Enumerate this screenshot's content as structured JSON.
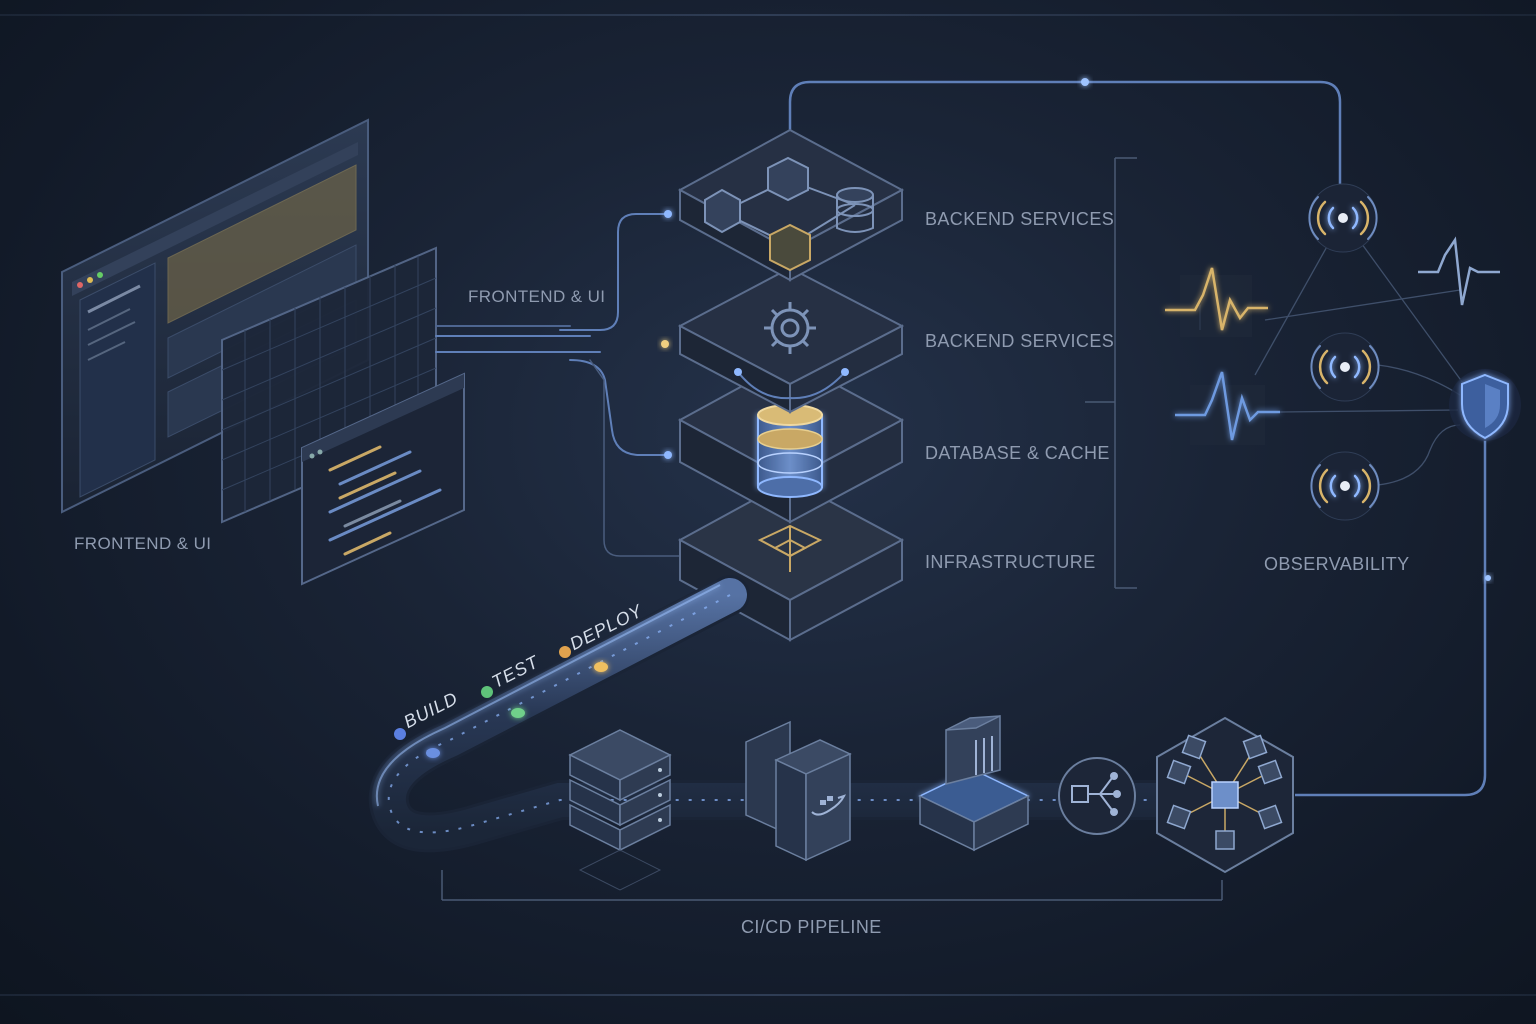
{
  "labels": {
    "frontend_left": "FRONTEND & UI",
    "frontend_mid": "FRONTEND & UI",
    "layer_backend_top": "BACKEND SERVICES",
    "layer_backend_second": "BACKEND SERVICES",
    "layer_database": "DATABASE & CACHE",
    "layer_infra": "INFRASTRUCTURE",
    "observability": "OBSERVABILITY",
    "cicd": "CI/CD PIPELINE"
  },
  "pipeline_stages": [
    {
      "label": "BUILD",
      "dot_color": "#5b7fe0"
    },
    {
      "label": "TEST",
      "dot_color": "#5fc27a"
    },
    {
      "label": "DEPLOY",
      "dot_color": "#e0a24e"
    }
  ],
  "colors": {
    "accent_blue": "#6aa6ff",
    "accent_gold": "#d8b46a",
    "line": "#5f7394",
    "text": "#8f9bb0"
  },
  "icons": [
    "browser-window-icon",
    "gear-icon",
    "database-icon",
    "cube-icon",
    "signal-icon",
    "heartbeat-icon",
    "shield-icon",
    "server-rack-icon",
    "docker-icon",
    "container-icon",
    "network-node-icon",
    "hexagon-cluster-icon"
  ]
}
